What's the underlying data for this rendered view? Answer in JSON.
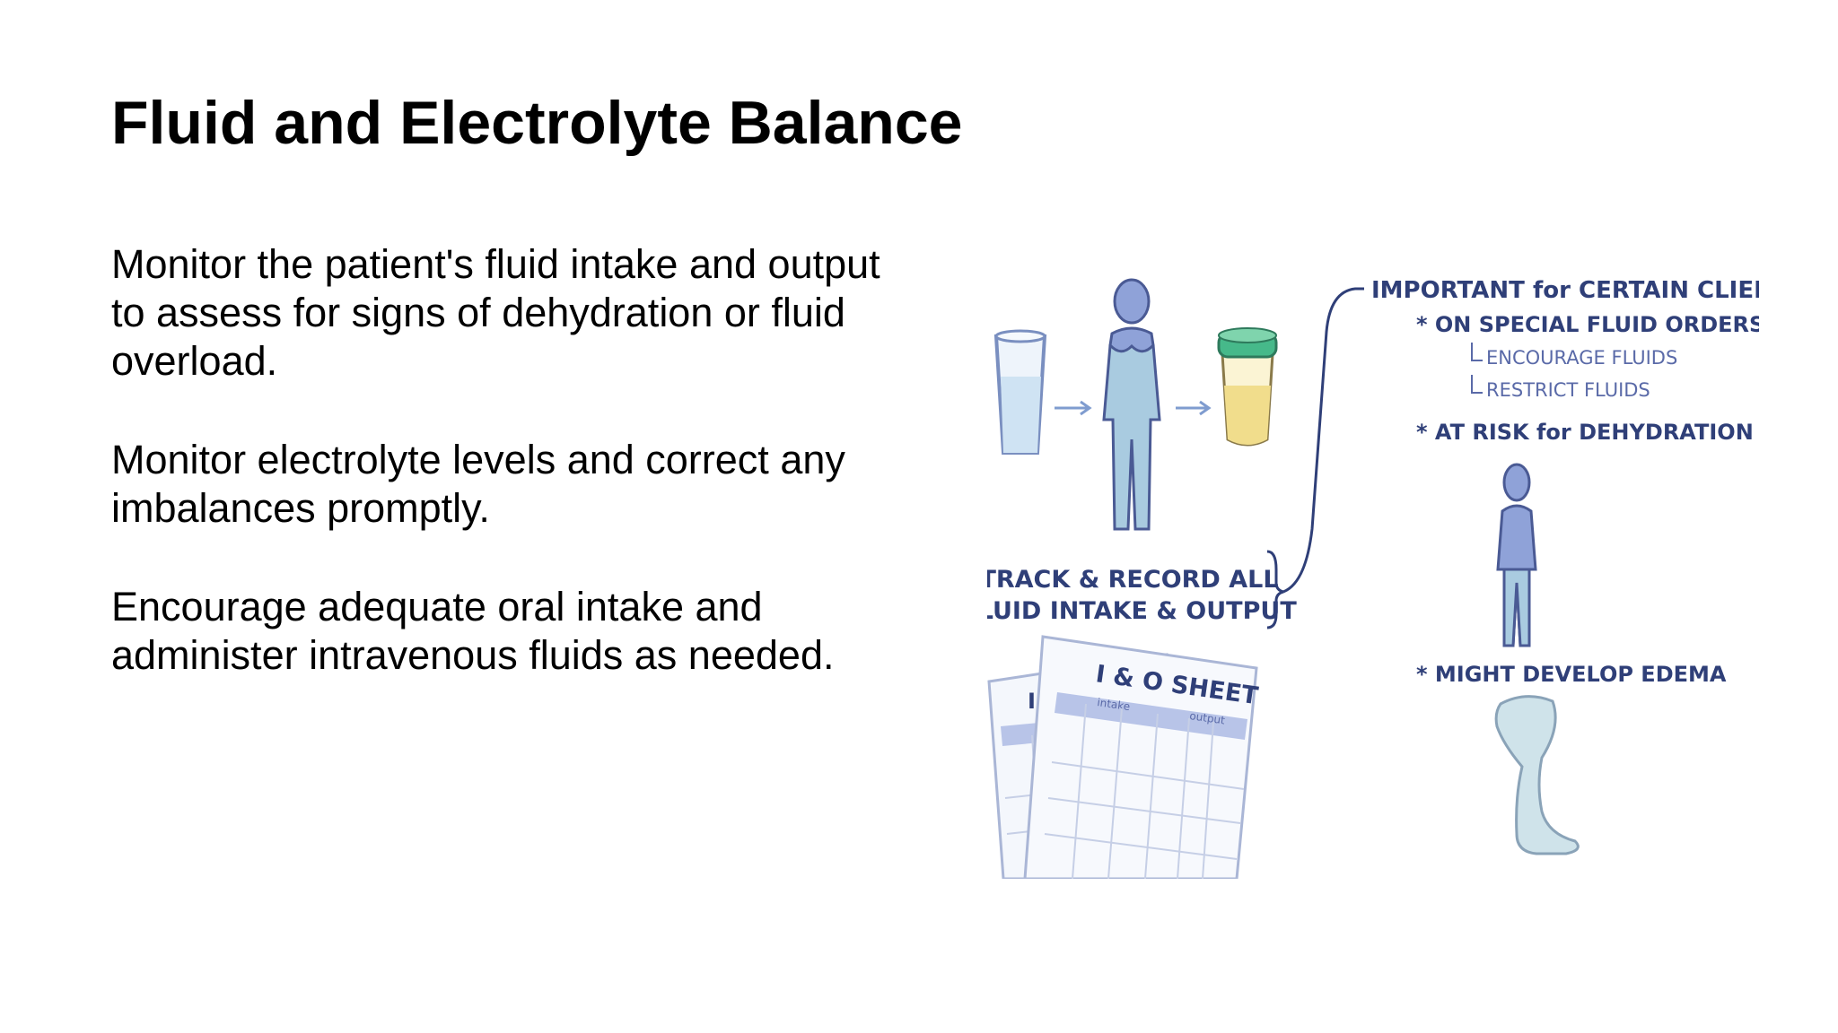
{
  "slide": {
    "title": "Fluid and Electrolyte Balance",
    "paragraphs": [
      "Monitor the patient's fluid intake and output to assess for signs of dehydration or fluid overload.",
      "Monitor electrolyte levels and correct any imbalances promptly.",
      "Encourage adequate oral intake and administer intravenous fluids as needed."
    ]
  },
  "illustration": {
    "track_line1": "TRACK & RECORD ALL",
    "track_line2": "FLUID INTAKE & OUTPUT",
    "sheet_title": "I & O SHEET",
    "sheet_back_title": "I &",
    "sheet_col_intake": "intake",
    "sheet_col_output": "output",
    "important_heading": "IMPORTANT for CERTAIN CLIENTS:",
    "bullet_special": "* ON SPECIAL FLUID ORDERS",
    "sub_encourage": "ENCOURAGE FLUIDS",
    "sub_restrict": "RESTRICT FLUIDS",
    "bullet_dehydration": "* AT RISK for DEHYDRATION",
    "bullet_edema": "* MIGHT DEVELOP EDEMA",
    "colors": {
      "ink": "#2f3f78",
      "figure_fill": "#a9cbe0",
      "figure_top": "#8fa2d8",
      "cup_lid": "#46b98a",
      "urine": "#f1dd8c",
      "sheet_header": "#b8c4e8"
    }
  }
}
